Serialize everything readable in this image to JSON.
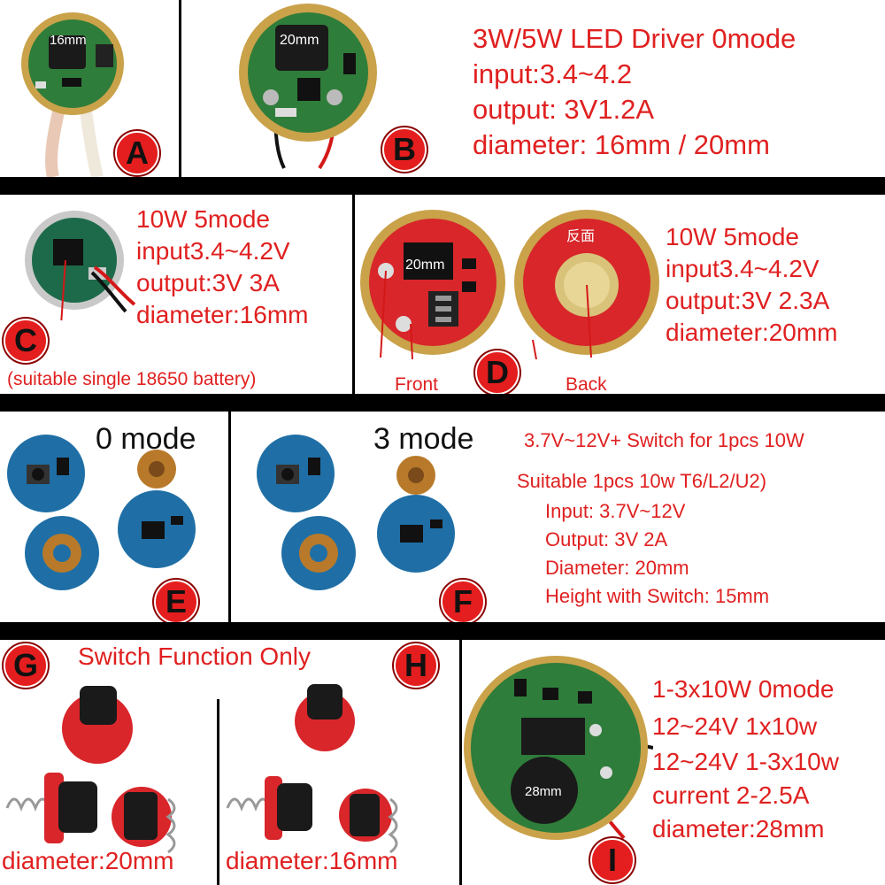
{
  "panel_a": {
    "badge": "A",
    "board_label": "16mm"
  },
  "panel_b": {
    "badge": "B",
    "board_label": "20mm"
  },
  "spec_ab": {
    "title": "3W/5W LED Driver 0mode",
    "input": "input:3.4~4.2",
    "output": "output: 3V1.2A",
    "diameter": "diameter: 16mm / 20mm"
  },
  "panel_c": {
    "badge": "C",
    "title": "10W 5mode",
    "input": "input3.4~4.2V",
    "output": "output:3V 3A",
    "diameter": "diameter:16mm",
    "note": "(suitable single 18650 battery)"
  },
  "panel_d": {
    "badge": "D",
    "board_label": "20mm",
    "back_board_label": "反面",
    "front_label": "Front",
    "back_label": "Back",
    "title": "10W 5mode",
    "input": "input3.4~4.2V",
    "output": "output:3V 2.3A",
    "diameter": "diameter:20mm"
  },
  "panel_e": {
    "badge": "E",
    "mode_label": "0 mode"
  },
  "panel_f": {
    "badge": "F",
    "mode_label": "3 mode",
    "line1": "3.7V~12V+ Switch for 1pcs 10W",
    "line2": "Suitable 1pcs 10w T6/L2/U2)",
    "input": "Input: 3.7V~12V",
    "output": "Output: 3V 2A",
    "diameter": "Diameter: 20mm",
    "height": "Height with Switch: 15mm"
  },
  "panel_g": {
    "badge": "G",
    "diameter": "diameter:20mm"
  },
  "panel_h": {
    "badge": "H",
    "diameter": "diameter:16mm"
  },
  "switch_function": "Switch Function Only",
  "panel_i": {
    "badge": "I",
    "board_label": "28mm",
    "line1": "1-3x10W 0mode",
    "line2": "12~24V 1x10w",
    "line3": "12~24V 1-3x10w",
    "line4": "current 2-2.5A",
    "line5": "diameter:28mm"
  },
  "colors": {
    "text_red": "#e02020",
    "badge_red": "#e41e1e",
    "pcb_green": "#2f7d3a",
    "pcb_blue": "#1f6fa6",
    "pcb_red": "#d8262a",
    "copper": "#c9a24a"
  }
}
